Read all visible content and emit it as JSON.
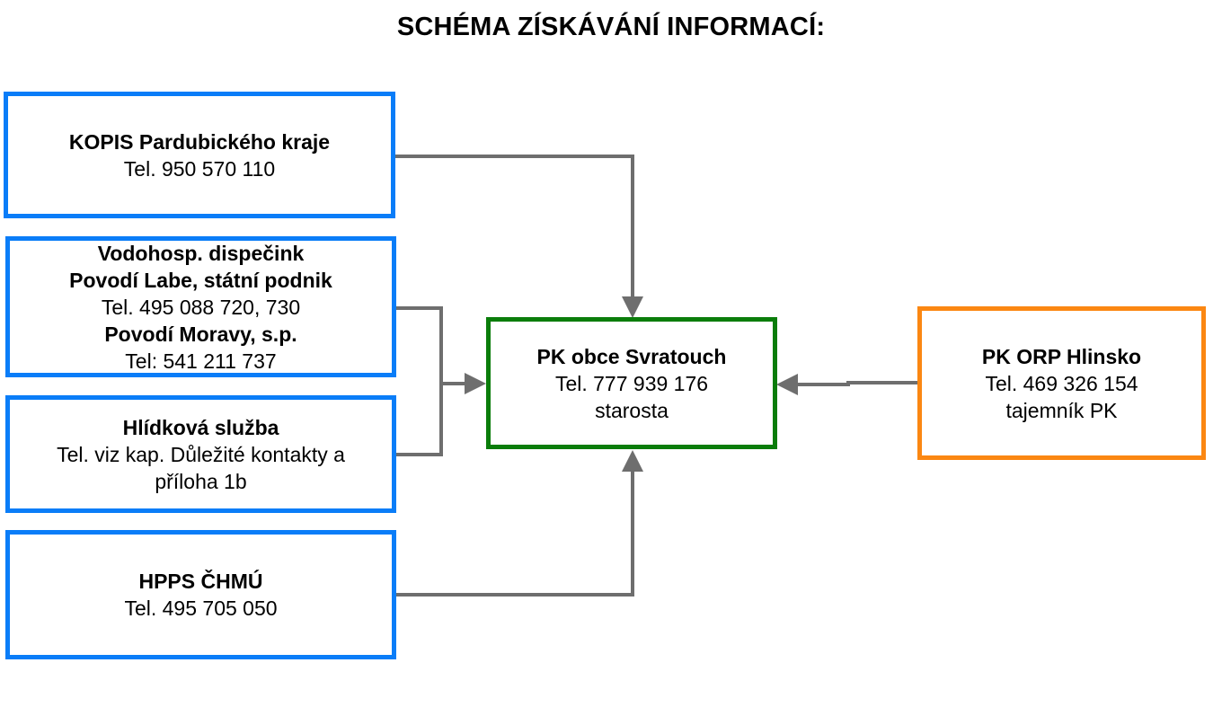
{
  "title": "SCHÉMA ZÍSKÁVÁNÍ INFORMACÍ:",
  "colors": {
    "source_border": "#0a7df8",
    "center_border": "#0a7d0a",
    "orp_border": "#fb8712",
    "connector": "#6e6e6e"
  },
  "sources": {
    "kopis": {
      "name": "KOPIS Pardubického kraje",
      "phone": "Tel. 950 570 110"
    },
    "water": {
      "line1": "Vodohosp. dispečink",
      "line2": "Povodí Labe, státní podnik",
      "line3": "Tel. 495 088 720, 730",
      "line4": "Povodí Moravy, s.p.",
      "line5": "Tel: 541 211 737"
    },
    "patrol": {
      "name": "Hlídková služba",
      "phone_line1": "Tel. viz kap. Důležité kontakty a",
      "phone_line2": "příloha 1b"
    },
    "hpps": {
      "name": "HPPS ČHMÚ",
      "phone": "Tel. 495 705 050"
    }
  },
  "center": {
    "name": "PK obce Svratouch",
    "phone": "Tel. 777 939 176",
    "role": "starosta"
  },
  "orp": {
    "name": "PK ORP Hlinsko",
    "phone": "Tel.  469 326 154",
    "role": "tajemník PK"
  }
}
